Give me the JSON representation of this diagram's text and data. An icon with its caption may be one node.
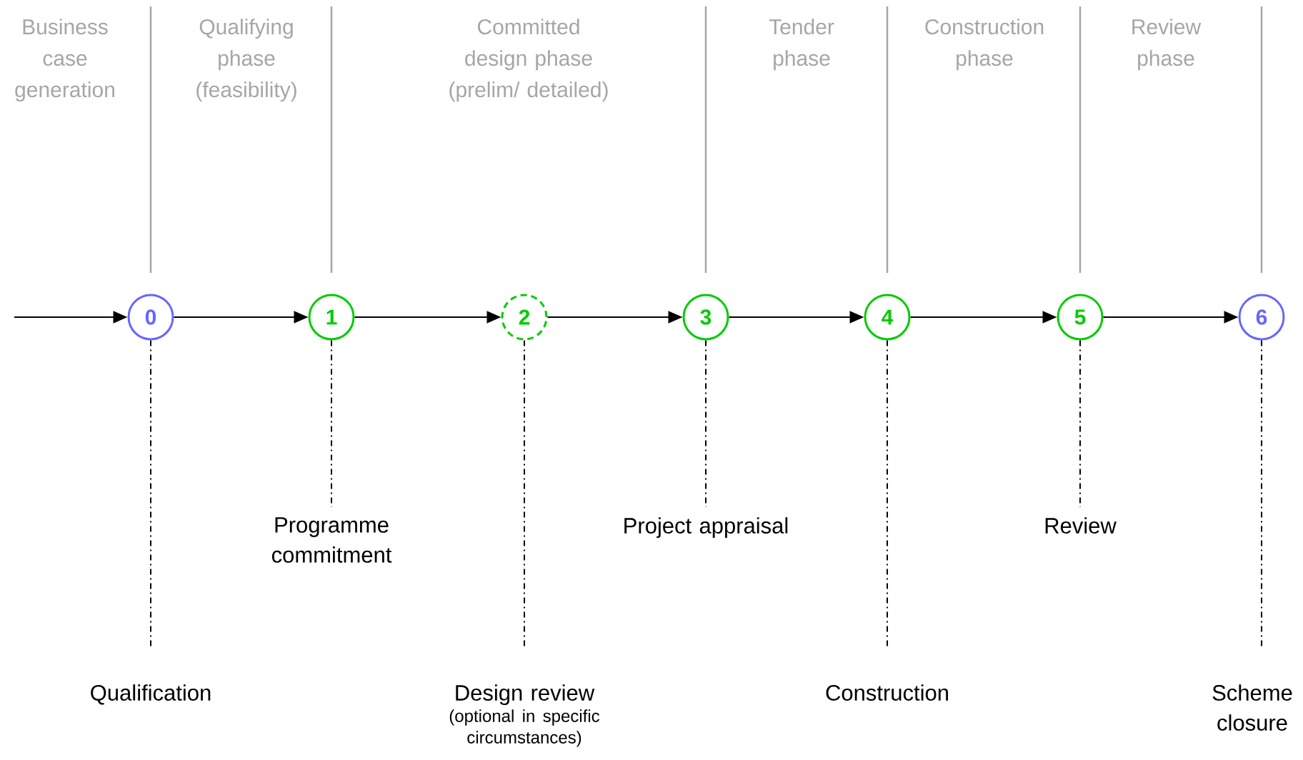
{
  "diagram": {
    "nodes": [
      {
        "text": [
          "0"
        ]
      },
      {
        "text": [
          "1"
        ]
      },
      {
        "text": [
          "2"
        ]
      },
      {
        "text": [
          "3"
        ]
      },
      {
        "text": [
          "4"
        ]
      },
      {
        "text": [
          "5"
        ]
      },
      {
        "text": [
          "6"
        ]
      },
      {
        "text": [
          "Qualification"
        ]
      },
      {
        "text": [
          "Programme commitment"
        ]
      },
      {
        "text": [
          "Design review",
          "(optional in specific circumstances)"
        ]
      },
      {
        "text": [
          "Project appraisal"
        ]
      },
      {
        "text": [
          "Construction"
        ]
      },
      {
        "text": [
          "Review"
        ]
      },
      {
        "text": [
          "Scheme closure"
        ]
      }
    ],
    "edges": [
      {
        "from": null,
        "to": 0,
        "arrow": "to"
      },
      {
        "from": 0,
        "to": 1,
        "arrow": "to"
      },
      {
        "from": 1,
        "to": 2,
        "arrow": "to"
      },
      {
        "from": 2,
        "to": 3,
        "arrow": "to"
      },
      {
        "from": 3,
        "to": 4,
        "arrow": "to"
      },
      {
        "from": 4,
        "to": 5,
        "arrow": "to"
      },
      {
        "from": 5,
        "to": 6,
        "arrow": "to"
      },
      {
        "from": 0,
        "to": 7,
        "arrow": "none",
        "style": "dashed"
      },
      {
        "from": 1,
        "to": 8,
        "arrow": "none",
        "style": "dashed"
      },
      {
        "from": 2,
        "to": 9,
        "arrow": "none",
        "style": "dashed"
      },
      {
        "from": 3,
        "to": 10,
        "arrow": "none",
        "style": "dashed"
      },
      {
        "from": 4,
        "to": 11,
        "arrow": "none",
        "style": "dashed"
      },
      {
        "from": 5,
        "to": 12,
        "arrow": "none",
        "style": "dashed"
      },
      {
        "from": 6,
        "to": 13,
        "arrow": "none",
        "style": "dashed"
      }
    ],
    "labels": [
      "Business case generation",
      "Qualifying phase (feasibility)",
      "Committed design phase (prelim/ detailed)",
      "Tender phase",
      "Construction phase",
      "Review phase"
    ]
  }
}
